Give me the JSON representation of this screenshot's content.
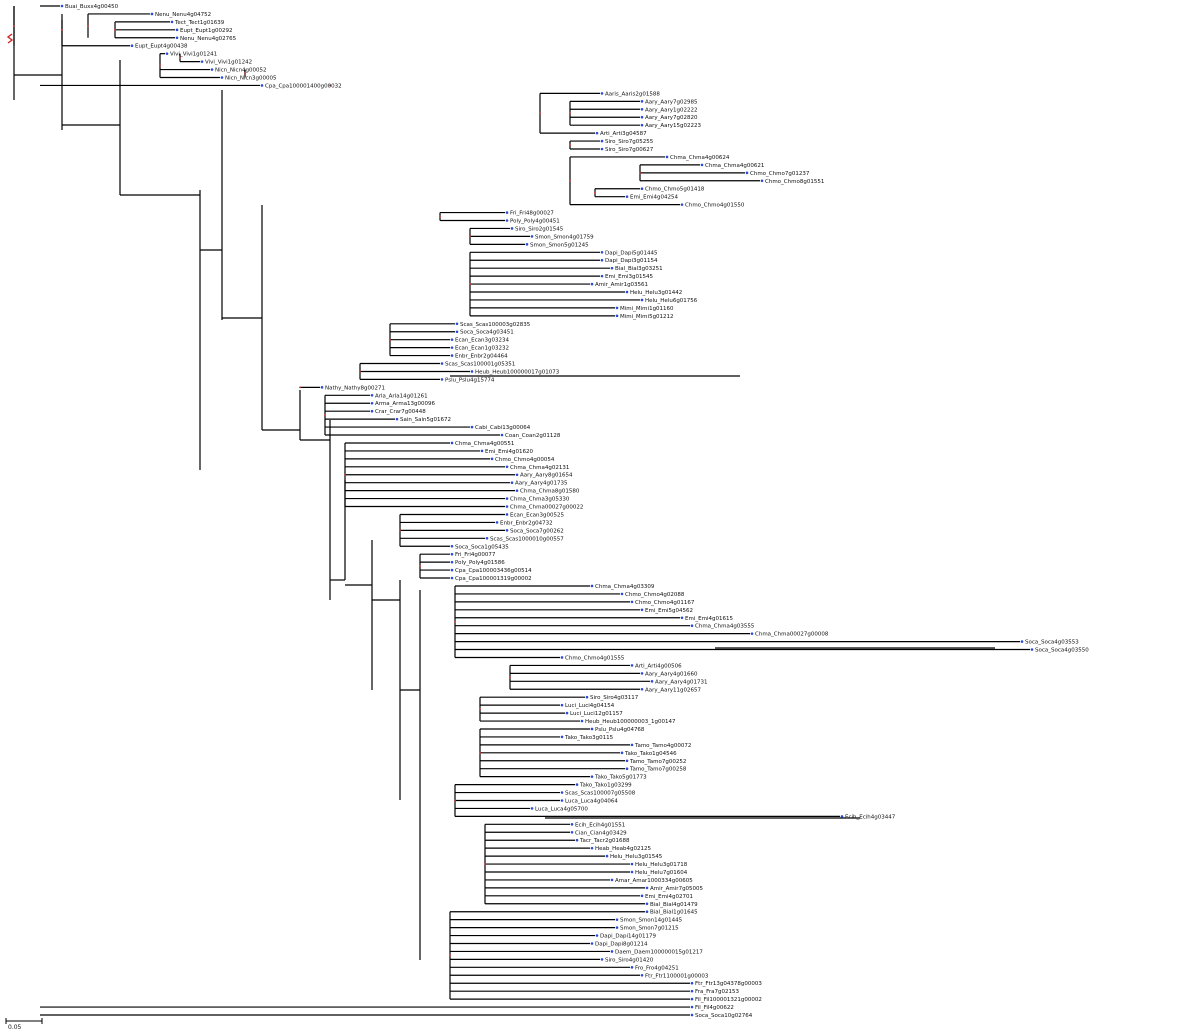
{
  "tree": {
    "scale_bar_label": "0.05",
    "colors": {
      "branch": "#000000",
      "leaf_marker": "#2a4bd7",
      "node_marker": "#cc2a2a"
    },
    "leaves": [
      "Buai_Buxx4g00450",
      "Nenu_Nenu4g04752",
      "Tect_Tect1g01639",
      "Eupt_Eupt1g00292",
      "Nenu_Nenu4g02765",
      "Eupt_Eupt4g00438",
      "Vivi_Vivi1g01241",
      "Vivi_Vivi1g01242",
      "Nicn_Nicn4g00052",
      "Nicn_Nicn3g00005",
      "Cpa_Cpa100001400g00032",
      "Aaris_Aaris2g01588",
      "Aary_Aary7g02985",
      "Aary_Aary1g02222",
      "Aary_Aary7g02820",
      "Aary_Aary15g02223",
      "Arti_Arti3g04587",
      "Siro_Siro7g05255",
      "Siro_Siro7g00627",
      "Chma_Chma4g00624",
      "Chma_Chma4g00621",
      "Chmo_Chmo7g01237",
      "Chmo_Chmo8g01551",
      "Chmo_Chmo5g01418",
      "Emi_Emi4g04254",
      "Chmo_Chmo4g01550",
      "Fri_Fri48g00027",
      "Poly_Poly4g00451",
      "Siro_Siro2g01545",
      "Smon_Smon4g01759",
      "Smon_Smon5g01245",
      "Dapi_Dapi5g01445",
      "Dapi_Dapi3g01154",
      "Bial_Bial3g03251",
      "Emi_Emi3g01545",
      "Amir_Amir1g03561",
      "Helu_Helu3g01442",
      "Helu_Helu6g01756",
      "Mimi_Mimi1g01160",
      "Mimi_Mimi5g01212",
      "Scas_Scas100003g02835",
      "Soca_Soca4g03451",
      "Ecan_Ecan3g03234",
      "Ecan_Ecan1g03232",
      "Enbr_Enbr2g04464",
      "Scas_Scas100001g05351",
      "Heub_Heub100000017g01073",
      "Pslu_Pslu4g15774",
      "Nathy_Nathy8g00271",
      "Arla_Arla14g01261",
      "Arma_Arma13g00096",
      "Crar_Crar7g00448",
      "Sain_Sain5g01672",
      "Cabi_Cabi13g00064",
      "Coan_Coan2g01128",
      "Chma_Chma4g00551",
      "Emi_Emi4g01620",
      "Chmo_Chmo4g00054",
      "Chma_Chma4g02131",
      "Aary_Aary8g01654",
      "Aary_Aary4g01735",
      "Chma_Chma8g01580",
      "Chma_Chma3g05330",
      "Chma_Chma00027g00022",
      "Ecan_Ecan3g00525",
      "Enbr_Enbr2g04732",
      "Soca_Soca7g00262",
      "Scas_Scas1000010g00557",
      "Soca_Soca1g05435",
      "Fri_Fri4g00077",
      "Poly_Poly4g01586",
      "Cpa_Cpa100003436g00514",
      "Cpa_Cpa100001319g00002",
      "Chma_Chma4g03309",
      "Chmo_Chmo4g02088",
      "Chmo_Chmo4g01167",
      "Emi_Emi5g04562",
      "Emi_Emi4g01615",
      "Chma_Chma4g03555",
      "Chma_Chma00027g00008",
      "Soca_Soca4g03553",
      "Soca_Soca4g03550",
      "Chmo_Chmo4g01555",
      "Arti_Arti4g00506",
      "Aary_Aary4g01660",
      "Aary_Aary4g01731",
      "Aary_Aary11g02657",
      "Siro_Siro4g03117",
      "Luci_Luci4g04154",
      "Luci_Luci12g01157",
      "Heub_Heub100000003_1g00147",
      "Pslu_Pslu4g04768",
      "Tako_Tako3g0115",
      "Tamo_Tamo4g00072",
      "Tako_Tako1g04546",
      "Tamo_Tamo7g00252",
      "Tamo_Tamo7g00258",
      "Tako_Tako5g01773",
      "Tako_Tako1g03299",
      "Scas_Scas100007g05508",
      "Luca_Luca4g04064",
      "Luca_Luca4g05700",
      "Ecih_Ecih4g03447",
      "Ecih_Ecih4g01551",
      "Cian_Cian4g03429",
      "Tacr_Tacr2g01688",
      "Heab_Heab4g02125",
      "Helu_Helu3g01545",
      "Helu_Helu3g01718",
      "Helu_Helu7g01604",
      "Amar_Amar1000334g00605",
      "Amir_Amir7g05005",
      "Emi_Emi4g02701",
      "Bial_Bial4g01479",
      "Bial_Bial1g01645",
      "Smon_Smon14g01445",
      "Smon_Smon7g01215",
      "Dapi_Dapi14g01179",
      "Dapi_Dapi8g01214",
      "Daem_Daem100000015g01217",
      "Siro_Siro4g01420",
      "Fro_Fro4g04251",
      "Ftr_Ftr1100001g00003",
      "Ftr_Ftr13g04378g00003",
      "Fra_Fra7g02153",
      "Fil_Fil100001321g00002",
      "Fil_Fil4g00622",
      "Soca_Soca10g02764"
    ]
  }
}
